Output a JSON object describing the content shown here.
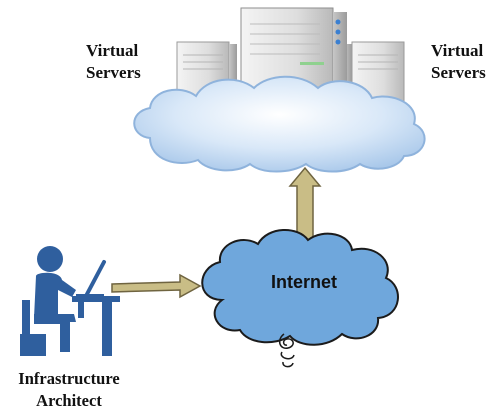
{
  "labels": {
    "virtual_servers_left": [
      "Virtual",
      "Servers"
    ],
    "virtual_servers_right": [
      "Virtual",
      "Servers"
    ],
    "internet": "Internet",
    "architect": [
      "Infrastructure",
      "Architect"
    ]
  },
  "colors": {
    "cloud_fill": "#cfe1f6",
    "cloud_stroke": "#8fb3dc",
    "internet_fill": "#6fa7dc",
    "internet_stroke": "#1b1b1b",
    "arrow_fill": "#c9bd86",
    "arrow_stroke": "#6f6440",
    "person_fill": "#2f5f9e",
    "server_body": "#e3e3e3",
    "server_shade": "#bdbdbd",
    "server_led": "#3a7fd1"
  },
  "icons": [
    "server-icon",
    "person-at-desk-icon",
    "laptop-icon",
    "cloud-icon"
  ]
}
